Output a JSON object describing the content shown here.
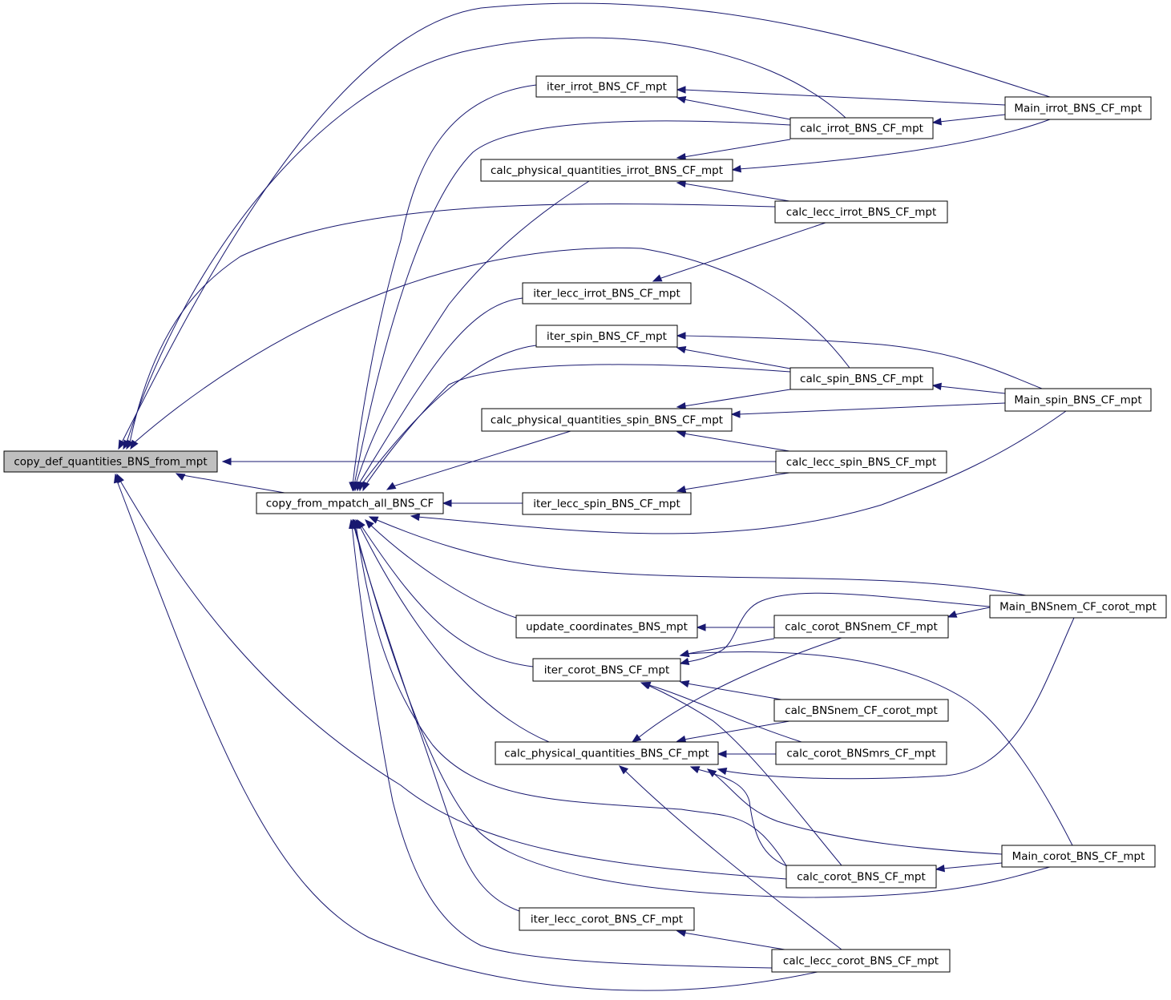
{
  "colors": {
    "edge": "#191970",
    "root_fill": "#bfbfbf",
    "node_fill": "#ffffff",
    "node_border": "#000000"
  },
  "nodes": {
    "copy_def": "copy_def_quantities_BNS_from_mpt",
    "copy_from": "copy_from_mpatch_all_BNS_CF",
    "iter_irrot": "iter_irrot_BNS_CF_mpt",
    "main_irrot": "Main_irrot_BNS_CF_mpt",
    "calc_irrot": "calc_irrot_BNS_CF_mpt",
    "cpq_irrot": "calc_physical_quantities_irrot_BNS_CF_mpt",
    "calc_lecc_irrot": "calc_lecc_irrot_BNS_CF_mpt",
    "iter_lecc_irrot": "iter_lecc_irrot_BNS_CF_mpt",
    "iter_spin": "iter_spin_BNS_CF_mpt",
    "calc_spin": "calc_spin_BNS_CF_mpt",
    "main_spin": "Main_spin_BNS_CF_mpt",
    "cpq_spin": "calc_physical_quantities_spin_BNS_CF_mpt",
    "calc_lecc_spin": "calc_lecc_spin_BNS_CF_mpt",
    "iter_lecc_spin": "iter_lecc_spin_BNS_CF_mpt",
    "main_bnsnem": "Main_BNSnem_CF_corot_mpt",
    "update_coord": "update_coordinates_BNS_mpt",
    "calc_corot_bnsnem": "calc_corot_BNSnem_CF_mpt",
    "iter_corot": "iter_corot_BNS_CF_mpt",
    "calc_bnsnem_corot": "calc_BNSnem_CF_corot_mpt",
    "cpq": "calc_physical_quantities_BNS_CF_mpt",
    "calc_corot_bnsmrs": "calc_corot_BNSmrs_CF_mpt",
    "main_corot": "Main_corot_BNS_CF_mpt",
    "calc_corot": "calc_corot_BNS_CF_mpt",
    "iter_lecc_corot": "iter_lecc_corot_BNS_CF_mpt",
    "calc_lecc_corot": "calc_lecc_corot_BNS_CF_mpt"
  },
  "edges": [
    {
      "from": "copy_from",
      "to": "copy_def"
    },
    {
      "from": "calc_lecc_spin",
      "to": "copy_def"
    },
    {
      "from": "main_irrot",
      "to": "copy_def"
    },
    {
      "from": "calc_irrot",
      "to": "copy_def"
    },
    {
      "from": "calc_lecc_irrot",
      "to": "copy_def"
    },
    {
      "from": "calc_spin",
      "to": "copy_def"
    },
    {
      "from": "calc_corot",
      "to": "copy_def"
    },
    {
      "from": "calc_lecc_corot",
      "to": "copy_def"
    },
    {
      "from": "iter_irrot",
      "to": "copy_from"
    },
    {
      "from": "calc_irrot",
      "to": "copy_from"
    },
    {
      "from": "cpq_irrot",
      "to": "copy_from"
    },
    {
      "from": "iter_lecc_irrot",
      "to": "copy_from"
    },
    {
      "from": "iter_spin",
      "to": "copy_from"
    },
    {
      "from": "calc_spin",
      "to": "copy_from"
    },
    {
      "from": "cpq_spin",
      "to": "copy_from"
    },
    {
      "from": "iter_lecc_spin",
      "to": "copy_from"
    },
    {
      "from": "main_spin",
      "to": "copy_from"
    },
    {
      "from": "main_bnsnem",
      "to": "copy_from"
    },
    {
      "from": "update_coord",
      "to": "copy_from"
    },
    {
      "from": "iter_corot",
      "to": "copy_from"
    },
    {
      "from": "cpq",
      "to": "copy_from"
    },
    {
      "from": "calc_corot",
      "to": "copy_from"
    },
    {
      "from": "iter_lecc_corot",
      "to": "copy_from"
    },
    {
      "from": "calc_lecc_corot",
      "to": "copy_from"
    },
    {
      "from": "main_corot",
      "to": "copy_from"
    },
    {
      "from": "main_irrot",
      "to": "copy_from"
    },
    {
      "from": "calc_irrot",
      "to": "iter_irrot"
    },
    {
      "from": "main_irrot",
      "to": "iter_irrot"
    },
    {
      "from": "main_irrot",
      "to": "calc_irrot"
    },
    {
      "from": "calc_irrot",
      "to": "cpq_irrot"
    },
    {
      "from": "calc_lecc_irrot",
      "to": "cpq_irrot"
    },
    {
      "from": "main_irrot",
      "to": "cpq_irrot"
    },
    {
      "from": "calc_lecc_irrot",
      "to": "iter_lecc_irrot"
    },
    {
      "from": "calc_spin",
      "to": "iter_spin"
    },
    {
      "from": "main_spin",
      "to": "iter_spin"
    },
    {
      "from": "main_spin",
      "to": "calc_spin"
    },
    {
      "from": "calc_spin",
      "to": "cpq_spin"
    },
    {
      "from": "calc_lecc_spin",
      "to": "cpq_spin"
    },
    {
      "from": "main_spin",
      "to": "cpq_spin"
    },
    {
      "from": "calc_lecc_spin",
      "to": "iter_lecc_spin"
    },
    {
      "from": "calc_corot_bnsnem",
      "to": "update_coord"
    },
    {
      "from": "main_bnsnem",
      "to": "calc_corot_bnsnem"
    },
    {
      "from": "calc_corot_bnsnem",
      "to": "iter_corot"
    },
    {
      "from": "main_bnsnem",
      "to": "iter_corot"
    },
    {
      "from": "calc_bnsnem_corot",
      "to": "iter_corot"
    },
    {
      "from": "calc_corot_bnsmrs",
      "to": "iter_corot"
    },
    {
      "from": "calc_corot",
      "to": "iter_corot"
    },
    {
      "from": "main_corot",
      "to": "iter_corot"
    },
    {
      "from": "calc_corot_bnsnem",
      "to": "cpq"
    },
    {
      "from": "calc_bnsnem_corot",
      "to": "cpq"
    },
    {
      "from": "calc_corot_bnsmrs",
      "to": "cpq"
    },
    {
      "from": "main_bnsnem",
      "to": "cpq"
    },
    {
      "from": "calc_corot",
      "to": "cpq"
    },
    {
      "from": "main_corot",
      "to": "cpq"
    },
    {
      "from": "calc_lecc_corot",
      "to": "cpq"
    },
    {
      "from": "main_corot",
      "to": "calc_corot"
    },
    {
      "from": "calc_lecc_corot",
      "to": "iter_lecc_corot"
    }
  ]
}
